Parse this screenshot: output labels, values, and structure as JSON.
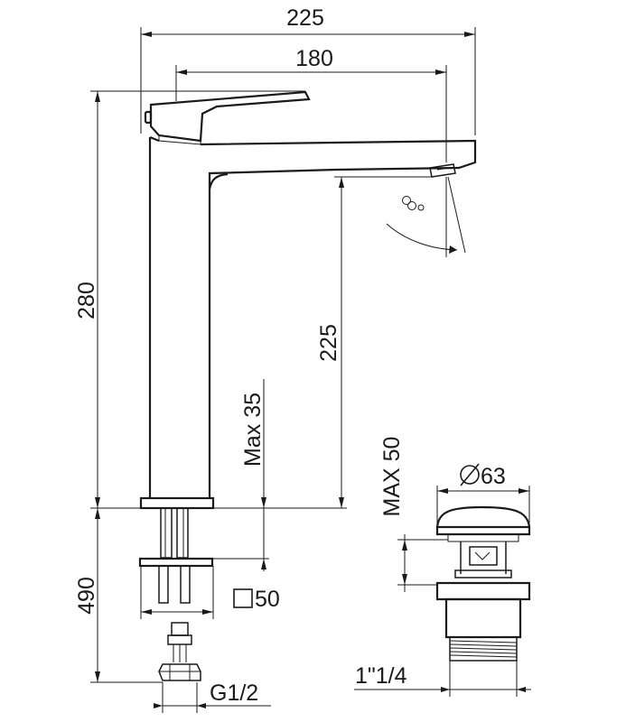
{
  "faucet": {
    "overall_width": "225",
    "spout_reach": "180",
    "total_height": "280",
    "spout_height": "225",
    "max_deck_thickness": "Max 35",
    "hose_length": "490",
    "base_size": "50",
    "connection_thread": "G1/2"
  },
  "drain": {
    "max_height": "MAX 50",
    "cap_diameter": "63",
    "thread_size": "1\"1/4"
  },
  "icons": {
    "square_symbol": "square-size-icon",
    "diameter_symbol": "diameter-icon",
    "rotation_symbol": "rotation-angle-icon"
  }
}
